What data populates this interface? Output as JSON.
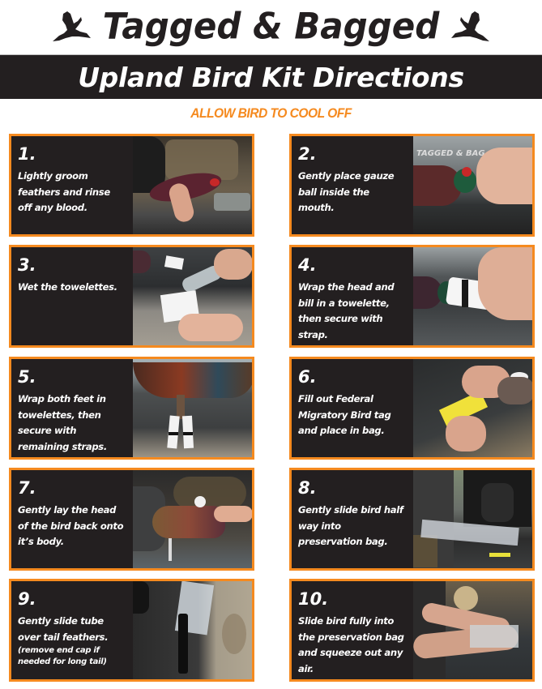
{
  "header": {
    "brand_title": "Tagged & Bagged",
    "banner_title": "Upland Bird Kit Directions",
    "subheading": "ALLOW BIRD TO COOL OFF"
  },
  "colors": {
    "accent_orange": "#f58a1f",
    "dark_panel": "#231f20",
    "text_white": "#ffffff"
  },
  "steps": [
    {
      "number": "1.",
      "text": "Lightly groom feathers and rinse off any blood.",
      "note": "",
      "photo": "Hand grooming pheasant feathers in truck bed"
    },
    {
      "number": "2.",
      "text": "Gently place gauze ball inside the mouth.",
      "note": "",
      "photo": "Hands placing gauze ball in pheasant beak on tailgate"
    },
    {
      "number": "3.",
      "text": "Wet the towelettes.",
      "note": "",
      "photo": "Water bottle pouring onto towelette in hand"
    },
    {
      "number": "4.",
      "text": "Wrap the head and bill in a towelette, then secure with strap.",
      "note": "",
      "photo": "Hand holding wrapped pheasant head with strap"
    },
    {
      "number": "5.",
      "text": "Wrap both feet in towelettes, then secure with remaining straps.",
      "note": "",
      "photo": "Pheasant with wrapped feet hanging off tailgate"
    },
    {
      "number": "6.",
      "text": "Fill out Federal Migratory Bird tag and place in bag.",
      "note": "",
      "photo": "Hands writing on yellow tag on truck bed"
    },
    {
      "number": "7.",
      "text": "Gently lay the head of the bird back onto it’s body.",
      "note": "",
      "photo": "Hand holding pheasant with head laid back"
    },
    {
      "number": "8.",
      "text": "Gently slide bird half way into preservation bag.",
      "note": "",
      "photo": "Person sliding bird into preservation bag at truck"
    },
    {
      "number": "9.",
      "text": "Gently slide tube over tail feathers.",
      "note": "(remove end cap if needed for long tail)",
      "photo": "Black tube over tail in bag on tailgate"
    },
    {
      "number": "10.",
      "text": "Slide bird fully into the preservation bag and squeeze out any air.",
      "note": "",
      "photo": "Arms squeezing air out of preservation bag"
    }
  ]
}
